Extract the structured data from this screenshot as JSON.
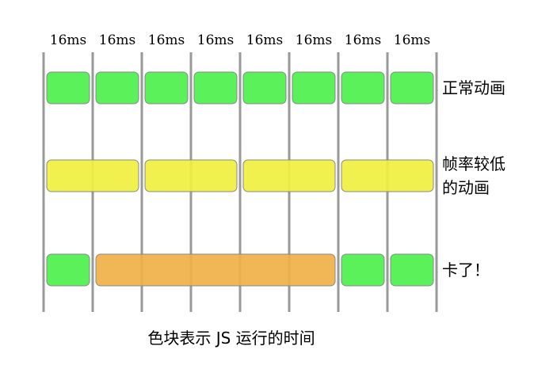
{
  "frame_labels": [
    "16ms",
    "16ms",
    "16ms",
    "16ms",
    "16ms",
    "16ms",
    "16ms",
    "16ms"
  ],
  "rows": [
    {
      "label_lines": [
        "正常动画"
      ],
      "blocks": [
        {
          "start": 0,
          "span": 1,
          "color": "green"
        },
        {
          "start": 1,
          "span": 1,
          "color": "green"
        },
        {
          "start": 2,
          "span": 1,
          "color": "green"
        },
        {
          "start": 3,
          "span": 1,
          "color": "green"
        },
        {
          "start": 4,
          "span": 1,
          "color": "green"
        },
        {
          "start": 5,
          "span": 1,
          "color": "green"
        },
        {
          "start": 6,
          "span": 1,
          "color": "green"
        },
        {
          "start": 7,
          "span": 1,
          "color": "green"
        }
      ]
    },
    {
      "label_lines": [
        "帧率较低",
        "的动画"
      ],
      "blocks": [
        {
          "start": 0,
          "span": 2,
          "color": "yellow"
        },
        {
          "start": 2,
          "span": 2,
          "color": "yellow"
        },
        {
          "start": 4,
          "span": 2,
          "color": "yellow"
        },
        {
          "start": 6,
          "span": 2,
          "color": "yellow"
        }
      ]
    },
    {
      "label_lines": [
        "卡了！"
      ],
      "blocks": [
        {
          "start": 0,
          "span": 1,
          "color": "green"
        },
        {
          "start": 1,
          "span": 5,
          "color": "orange"
        },
        {
          "start": 6,
          "span": 1,
          "color": "green"
        },
        {
          "start": 7,
          "span": 1,
          "color": "green"
        }
      ]
    }
  ],
  "caption": "色块表示 JS 运行的时间",
  "colors": {
    "green": "#4cf04c",
    "yellow": "#eff040",
    "orange": "#f0b048",
    "gridline": "#999999",
    "block_border": "#888888"
  }
}
